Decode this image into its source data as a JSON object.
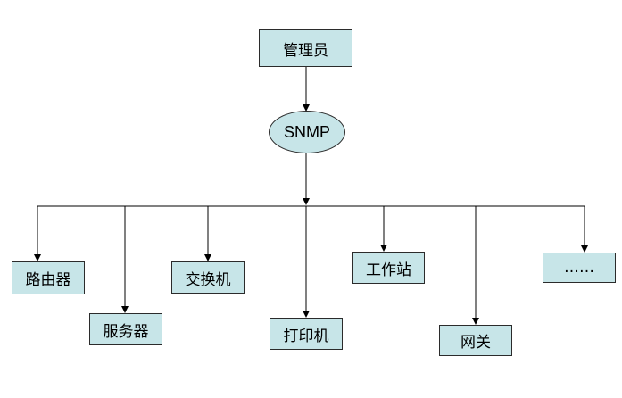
{
  "colors": {
    "node_fill": "#c7e5e8",
    "border": "#2b2b2b",
    "line": "#000000"
  },
  "root": {
    "label": "管理员"
  },
  "protocol": {
    "label": "SNMP"
  },
  "devices": [
    {
      "label": "路由器"
    },
    {
      "label": "服务器"
    },
    {
      "label": "交换机"
    },
    {
      "label": "打印机"
    },
    {
      "label": "工作站"
    },
    {
      "label": "网关"
    },
    {
      "label": "……"
    }
  ]
}
